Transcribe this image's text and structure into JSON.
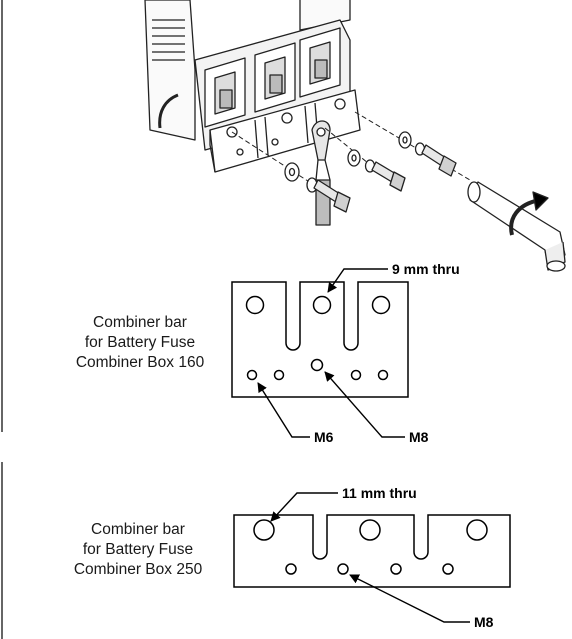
{
  "bar160": {
    "caption": [
      "Combiner bar",
      "for Battery Fuse",
      "Combiner Box 160"
    ],
    "hole_label": "9 mm thru",
    "m6_label": "M6",
    "m8_label": "M8"
  },
  "bar250": {
    "caption": [
      "Combiner bar",
      "for Battery Fuse",
      "Combiner Box 250"
    ],
    "hole_label": "11 mm thru",
    "m8_label": "M8"
  },
  "illustration": {
    "icon": "fuse-holder-assembly-with-torque-wrench"
  }
}
